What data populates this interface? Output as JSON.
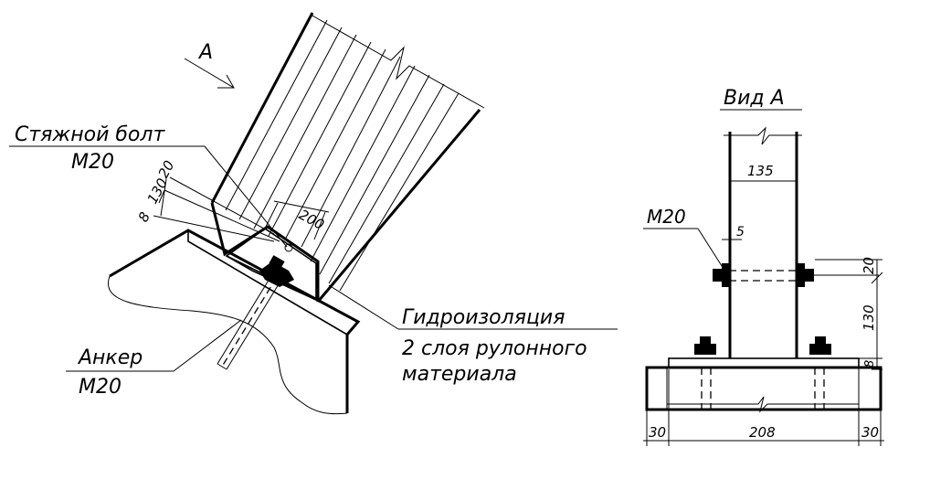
{
  "view_arrow": {
    "label": "A"
  },
  "left": {
    "bolt_label_line1": "Стяжной болт",
    "bolt_label_line2": "М20",
    "dim_20": "20",
    "dim_130": "130",
    "dim_8": "8",
    "dim_200": "200",
    "waterproof_line1": "Гидроизоляция",
    "waterproof_line2": "2 слоя рулонного",
    "waterproof_line3": "материала",
    "anchor_line1": "Анкер",
    "anchor_line2": "М20"
  },
  "right": {
    "view_title": "Вид А",
    "dim_135": "135",
    "bolt_label": "М20",
    "dim_5": "5",
    "dim_20": "20",
    "dim_130": "130",
    "dim_8": "8",
    "dim_30_left": "30",
    "dim_208": "208",
    "dim_30_right": "30"
  }
}
